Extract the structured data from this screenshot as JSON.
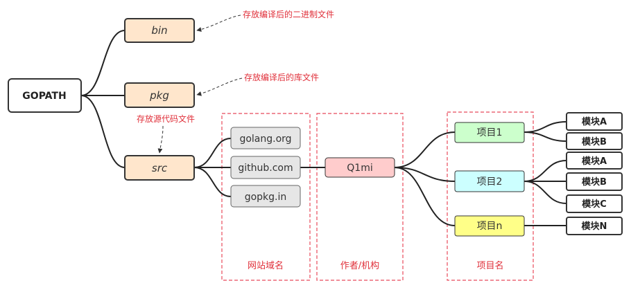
{
  "root": {
    "label": "GOPATH"
  },
  "folders": {
    "bin": {
      "label": "bin",
      "note": "存放编译后的二进制文件"
    },
    "pkg": {
      "label": "pkg",
      "note": "存放编译后的库文件"
    },
    "src": {
      "label": "src",
      "note": "存放源代码文件"
    }
  },
  "domains": {
    "group_label": "网站域名",
    "items": [
      "golang.org",
      "github.com",
      "gopkg.in"
    ]
  },
  "authors": {
    "group_label": "作者/机构",
    "items": [
      "Q1mi"
    ]
  },
  "projects": {
    "group_label": "项目名",
    "items": [
      {
        "label": "项目1",
        "color": "#ccffcc",
        "modules": [
          "模块A",
          "模块B"
        ]
      },
      {
        "label": "项目2",
        "color": "#ccffff",
        "modules": [
          "模块A",
          "模块B",
          "模块C"
        ]
      },
      {
        "label": "项目n",
        "color": "#ffff88",
        "modules": [
          "模块N"
        ]
      }
    ]
  },
  "colors": {
    "folder_fill": "#ffe6cc",
    "folder_stroke": "#333333",
    "domain_fill": "#e6e6e6",
    "author_fill": "#ffcccc",
    "group_stroke": "#e8495a",
    "note_text": "#e0303a"
  }
}
